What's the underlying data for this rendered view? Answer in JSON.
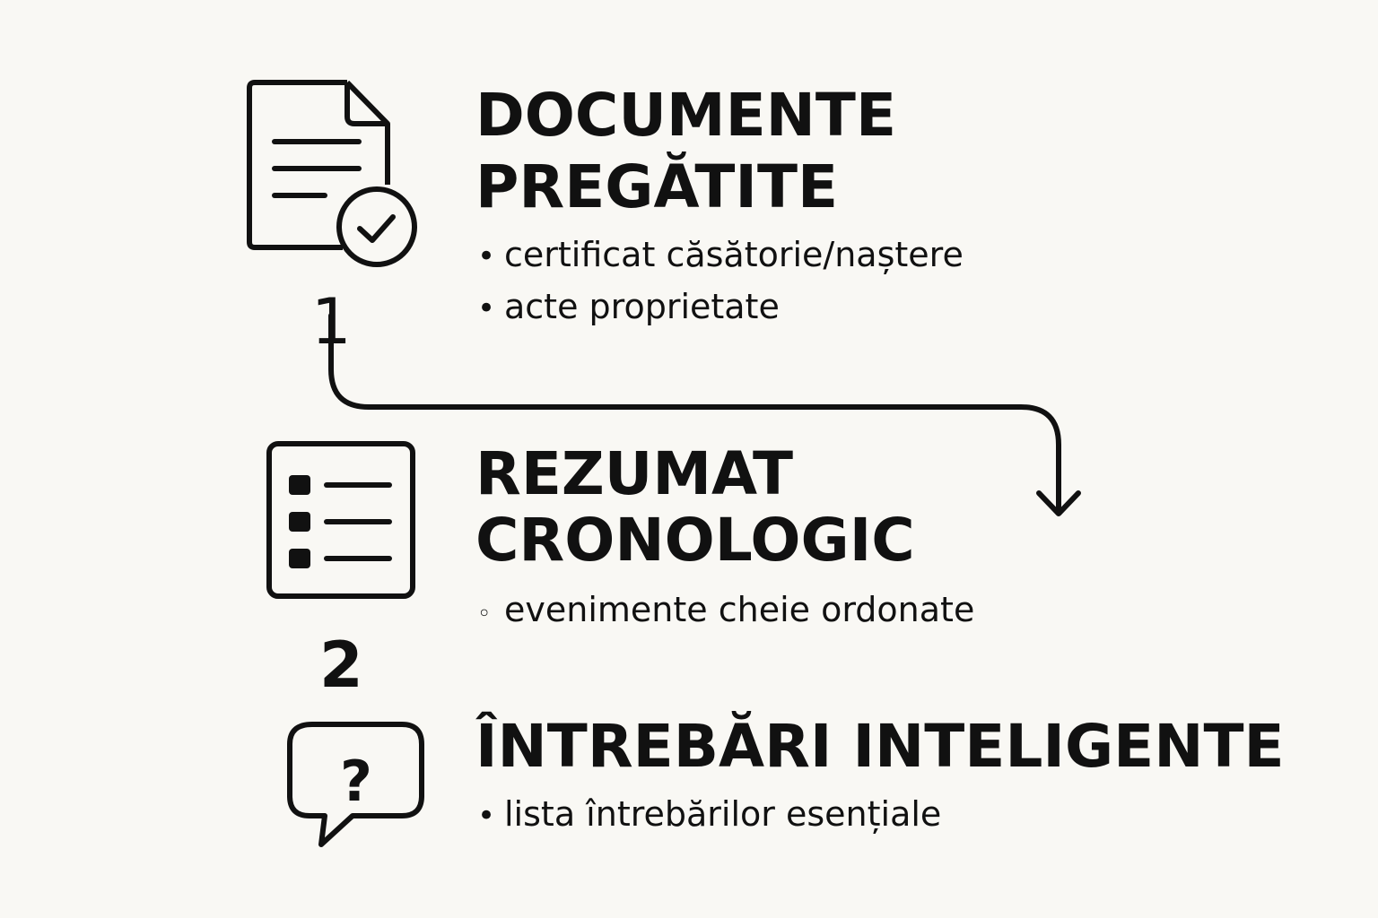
{
  "steps": [
    {
      "icon": "document-check-icon",
      "number": "1",
      "title_lines": [
        "DOCUMENTE",
        "PREGĂTITE"
      ],
      "bullet_marks": [
        "•",
        "•"
      ],
      "bullets": [
        "certificat căsătorie/naștere",
        "acte proprietate"
      ]
    },
    {
      "icon": "checklist-icon",
      "number": "2",
      "title_lines": [
        "REZUMAT",
        "CRONOLOGIC"
      ],
      "bullet_marks": [
        "◦"
      ],
      "bullets": [
        "evenimente cheie ordonate"
      ]
    },
    {
      "icon": "question-bubble-icon",
      "title_lines": [
        "ÎNTREBĂRI INTELIGENTE"
      ],
      "bullet_marks": [
        "•"
      ],
      "bullets": [
        "lista întrebărilor esențiale"
      ]
    }
  ],
  "colors": {
    "background": "#f9f8f4",
    "ink": "#111111"
  }
}
